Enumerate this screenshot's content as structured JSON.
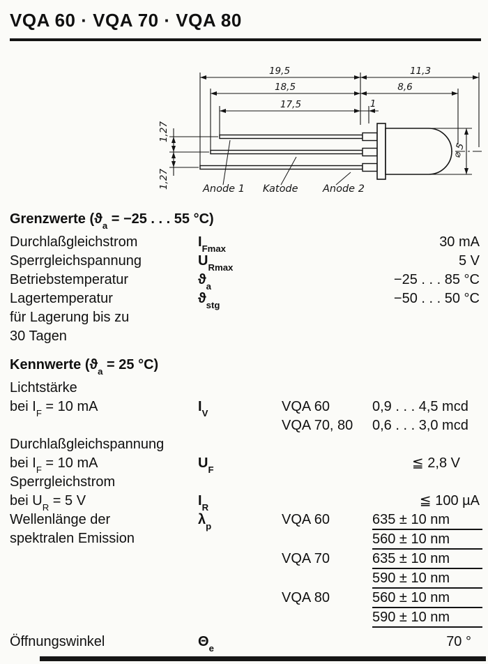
{
  "page": {
    "title": "VQA 60 · VQA 70 · VQA 80"
  },
  "drawing": {
    "dims": {
      "len_outer": "19,5",
      "len_mid": "18,5",
      "len_inner": "17,5",
      "right_outer": "11,3",
      "right_mid": "8,6",
      "flange": "1",
      "pitch_top": "1,27",
      "pitch_bottom": "1,27",
      "diameter": "⌀ 5"
    },
    "pins": {
      "anode1": "Anode 1",
      "katode": "Katode",
      "anode2": "Anode 2"
    }
  },
  "grenzwerte": {
    "title": "Grenzwerte",
    "cond_pre": "(ϑ",
    "cond_sub": "a",
    "cond_post": " = −25 . . . 55 °C)",
    "rows": [
      {
        "p1": "Durchlaßgleichstrom",
        "sym": "I",
        "sub": "Fmax",
        "val": "30 mA"
      },
      {
        "p1": "Sperrgleichspannung",
        "sym": "U",
        "sub": "Rmax",
        "val": "5 V"
      },
      {
        "p1": "Betriebstemperatur",
        "sym": "ϑ",
        "sub": "a",
        "val": "−25 . . . 85 °C"
      },
      {
        "p1": "Lagertemperatur\nfür Lagerung bis zu\n30 Tagen",
        "sym": "ϑ",
        "sub": "stg",
        "val": "−50 . . . 50 °C"
      }
    ]
  },
  "kennwerte": {
    "title": "Kennwerte",
    "cond_pre": "(ϑ",
    "cond_sub": "a",
    "cond_post": " = 25 °C)",
    "lichtstaerke": {
      "p1": "Lichtstärke",
      "p2_pre": "bei I",
      "p2_sub": "F",
      "p2_post": " = 10 mA",
      "sym": "I",
      "sub": "V",
      "variants": [
        {
          "name": "VQA 60",
          "val": "0,9 . . . 4,5 mcd"
        },
        {
          "name": "VQA 70, 80",
          "val": "0,6 . . . 3,0 mcd"
        }
      ]
    },
    "durchlass": {
      "p1": "Durchlaßgleichspannung",
      "p2_pre": "bei I",
      "p2_sub": "F",
      "p2_post": " = 10 mA",
      "sym": "U",
      "sub": "F",
      "val": "≦ 2,8 V"
    },
    "sperr": {
      "p1": "Sperrgleichstrom",
      "p2_pre": "bei U",
      "p2_sub": "R",
      "p2_post": " = 5 V",
      "sym": "I",
      "sub": "R",
      "val": "≦ 100 µA"
    },
    "wellenlaenge": {
      "p1": "Wellenlänge der\nspektralen Emission",
      "sym": "λ",
      "sub": "p",
      "lines": [
        {
          "name": "VQA 60",
          "val": "635 ± 10 nm"
        },
        {
          "name": "",
          "val": "560 ± 10 nm"
        },
        {
          "name": "VQA 70",
          "val": "635 ± 10 nm"
        },
        {
          "name": "",
          "val": "590 ± 10 nm"
        },
        {
          "name": "VQA 80",
          "val": "560 ± 10 nm"
        },
        {
          "name": "",
          "val": "590 ± 10 nm"
        }
      ]
    },
    "oeffnungswinkel": {
      "p1": "Öffnungswinkel",
      "sym": "Θ",
      "sub": "e",
      "val": "70 °"
    }
  }
}
